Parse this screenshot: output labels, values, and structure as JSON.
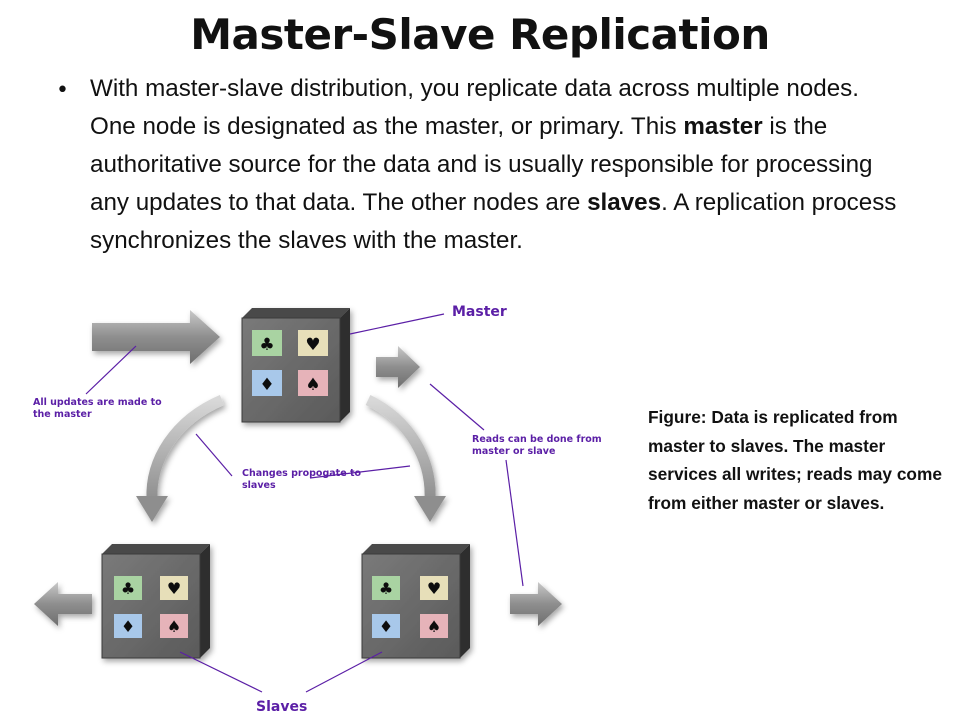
{
  "slide": {
    "title": "Master-Slave Replication",
    "bullet": {
      "part1": "With master-slave distribution, you replicate data across multiple nodes. One node is designated as the master, or primary. This ",
      "bold1": "master",
      "part2": " is the authoritative source for the data and is usually responsible for processing any updates to that data. The other nodes are ",
      "bold2": "slaves",
      "part3": ". A replication process synchronizes the slaves with the master."
    },
    "caption": "Figure: Data is  replicated from master to slaves. The master services all writes; reads may come from either master or slaves."
  },
  "diagram": {
    "labels": {
      "master": "Master",
      "slaves": "Slaves",
      "updates_line1": "All updates are made to",
      "updates_line2": "the master",
      "propagate_line1": "Changes propogate to",
      "propagate_line2": "slaves",
      "reads_line1": "Reads can be done from",
      "reads_line2": "master or slave"
    },
    "suits": {
      "club": "♣",
      "heart": "♥",
      "diamond": "♦",
      "spade": "♠"
    },
    "colors": {
      "annotation": "#5b1fa6",
      "club_tile": "#a9d3a2",
      "heart_tile": "#e7dfb9",
      "diamond_tile": "#a8c8ea",
      "spade_tile": "#e6b3b9",
      "cube_front": "#666666",
      "arrow": "#9a9a9a"
    }
  }
}
